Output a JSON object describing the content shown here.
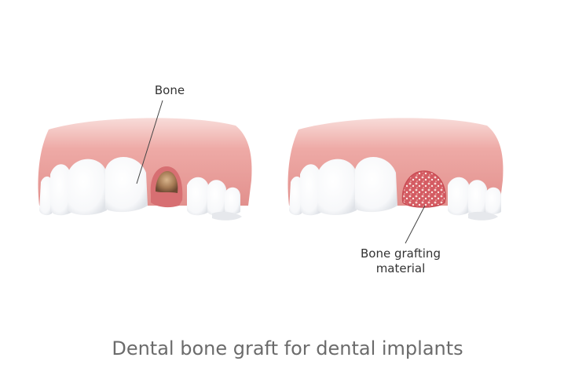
{
  "diagram": {
    "left_panel": {
      "label": "Bone",
      "description": "Upper jaw with missing tooth showing exposed bone socket"
    },
    "right_panel": {
      "label_line1": "Bone grafting",
      "label_line2": "material",
      "description": "Upper jaw with socket filled by bone grafting material"
    },
    "caption": "Dental bone graft for dental implants",
    "colors": {
      "gum": "#e9a3a0",
      "gum_light": "#f6d3d0",
      "tooth": "#ffffff",
      "tooth_shadow": "#e3e6ea",
      "socket_bone": "#a17550",
      "graft": "#d96268",
      "leader_line": "#444444",
      "caption_text": "#6b6b6b"
    }
  }
}
